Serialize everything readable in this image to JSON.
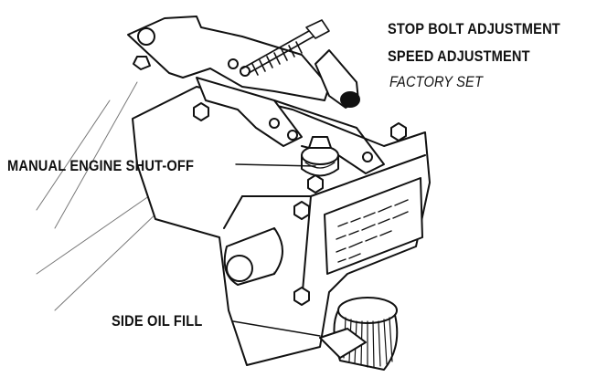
{
  "labels": {
    "stop_bolt": "STOP BOLT ADJUSTMENT",
    "speed_adjustment": "SPEED ADJUSTMENT",
    "factory_set": "FACTORY SET",
    "manual_shutoff": "MANUAL ENGINE SHUT-OFF",
    "side_oil_fill": "SIDE OIL FILL"
  },
  "colors": {
    "ink": "#111111",
    "paper": "#ffffff"
  }
}
